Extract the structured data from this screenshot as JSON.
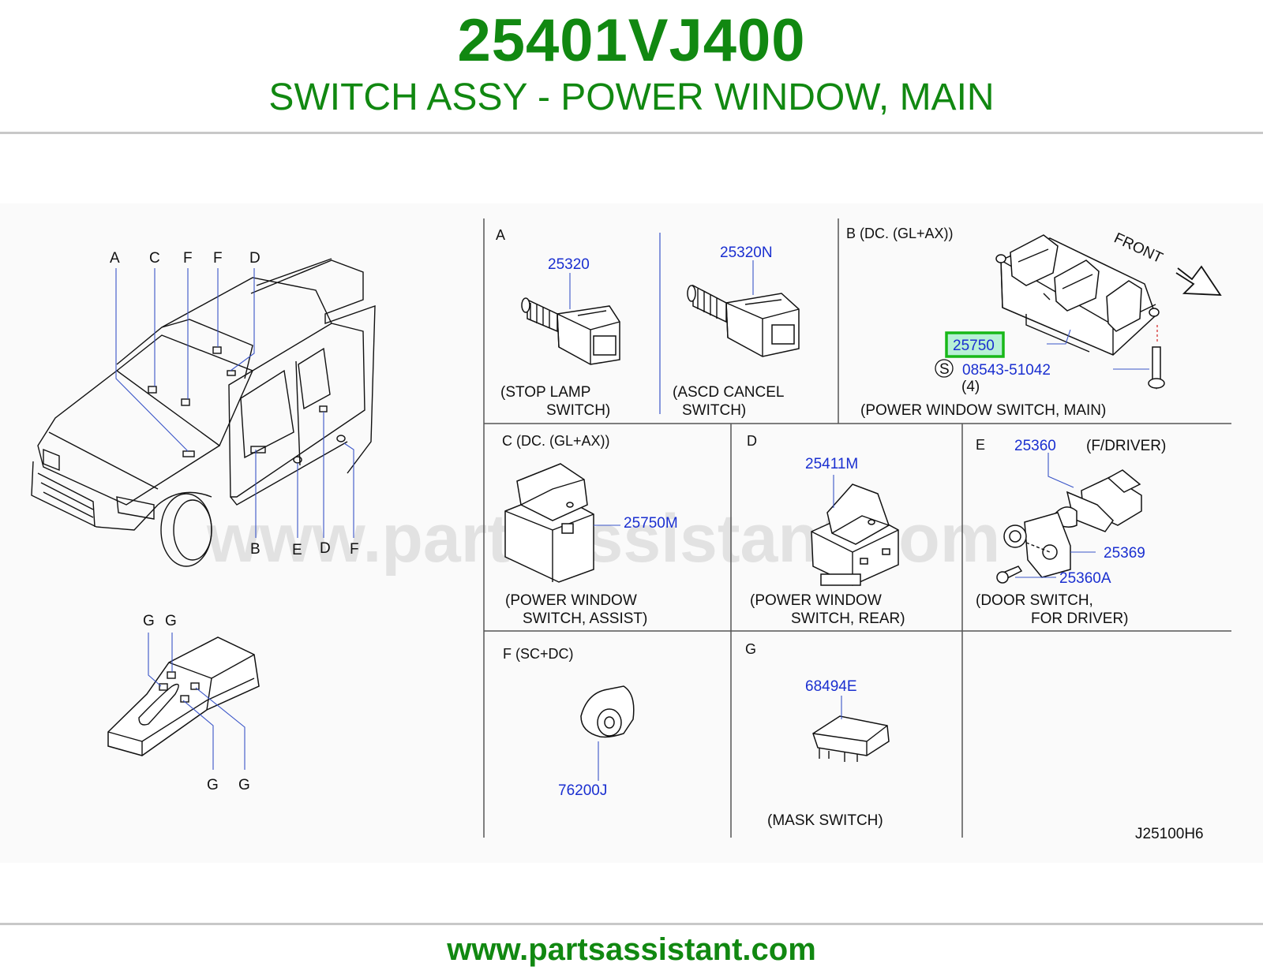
{
  "header": {
    "part_number": "25401VJ400",
    "part_title": "SWITCH ASSY - POWER WINDOW, MAIN"
  },
  "watermark": "www.partsassistant.com",
  "footer": {
    "url": "www.partsassistant.com"
  },
  "accent_color": "#118811",
  "vehicle_callouts": {
    "top": [
      "A",
      "C",
      "F",
      "F",
      "D"
    ],
    "bottom": [
      "B",
      "E",
      "D",
      "F"
    ],
    "console_top": [
      "G",
      "G"
    ],
    "console_bottom": [
      "G",
      "G"
    ]
  },
  "sections": {
    "A": {
      "label": "A",
      "part_1": "25320",
      "part_2": "25320N",
      "desc_1_line1": "(STOP   LAMP",
      "desc_1_line2": "SWITCH)",
      "desc_2_line1": "(ASCD   CANCEL",
      "desc_2_line2": "SWITCH)"
    },
    "B": {
      "label": "B   (DC.   (GL+AX))",
      "front": "FRONT",
      "part_highlight": "25750",
      "screw_marker": "S",
      "screw_part": "08543-51042",
      "screw_qty": "(4)",
      "desc": "(POWER   WINDOW   SWITCH,   MAIN)"
    },
    "C": {
      "label": "C   (DC.   (GL+AX))",
      "part": "25750M",
      "desc_line1": "(POWER   WINDOW",
      "desc_line2": "SWITCH,   ASSIST)"
    },
    "D": {
      "label": "D",
      "part": "25411M",
      "desc_line1": "(POWER   WINDOW",
      "desc_line2": "SWITCH,   REAR)"
    },
    "E": {
      "label": "E",
      "part_1": "25360",
      "part_1_note": "(F/DRIVER)",
      "part_2": "25369",
      "part_3": "25360A",
      "desc_line1": "(DOOR   SWITCH,",
      "desc_line2": "FOR   DRIVER)"
    },
    "F": {
      "label": "F  (SC+DC)",
      "part": "76200J"
    },
    "G": {
      "label": "G",
      "part": "68494E",
      "desc": "(MASK   SWITCH)"
    }
  },
  "diagram_code": "J25100H6"
}
